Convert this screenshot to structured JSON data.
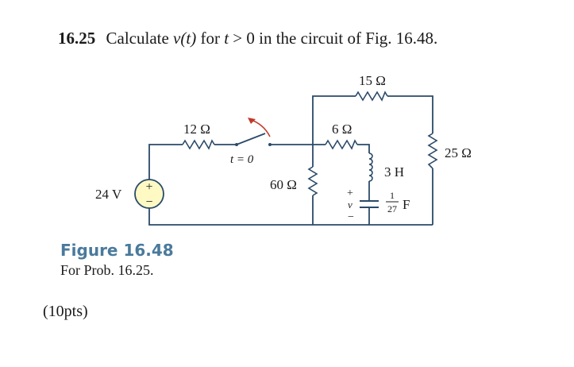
{
  "problem": {
    "number": "16.25",
    "text_before_v": "Calculate",
    "v_of_t": "v(t)",
    "text_for": "for",
    "t_var": "t",
    "text_after": "> 0 in the circuit of Fig. 16.48."
  },
  "circuit": {
    "source_label": "24 V",
    "source_plus": "+",
    "source_minus": "−",
    "r12_label": "12 Ω",
    "switch_label": "t = 0",
    "r60_label": "60 Ω",
    "r6_label": "6 Ω",
    "r15_label": "15 Ω",
    "r25_label": "25 Ω",
    "inductor_label": "3 H",
    "cap_num": "1",
    "cap_den": "27",
    "cap_unit": "F",
    "v_plus": "+",
    "v_label": "v",
    "v_minus": "−"
  },
  "figure": {
    "title": "Figure 16.48",
    "caption": "For Prob. 16.25."
  },
  "points": "(10pts)"
}
